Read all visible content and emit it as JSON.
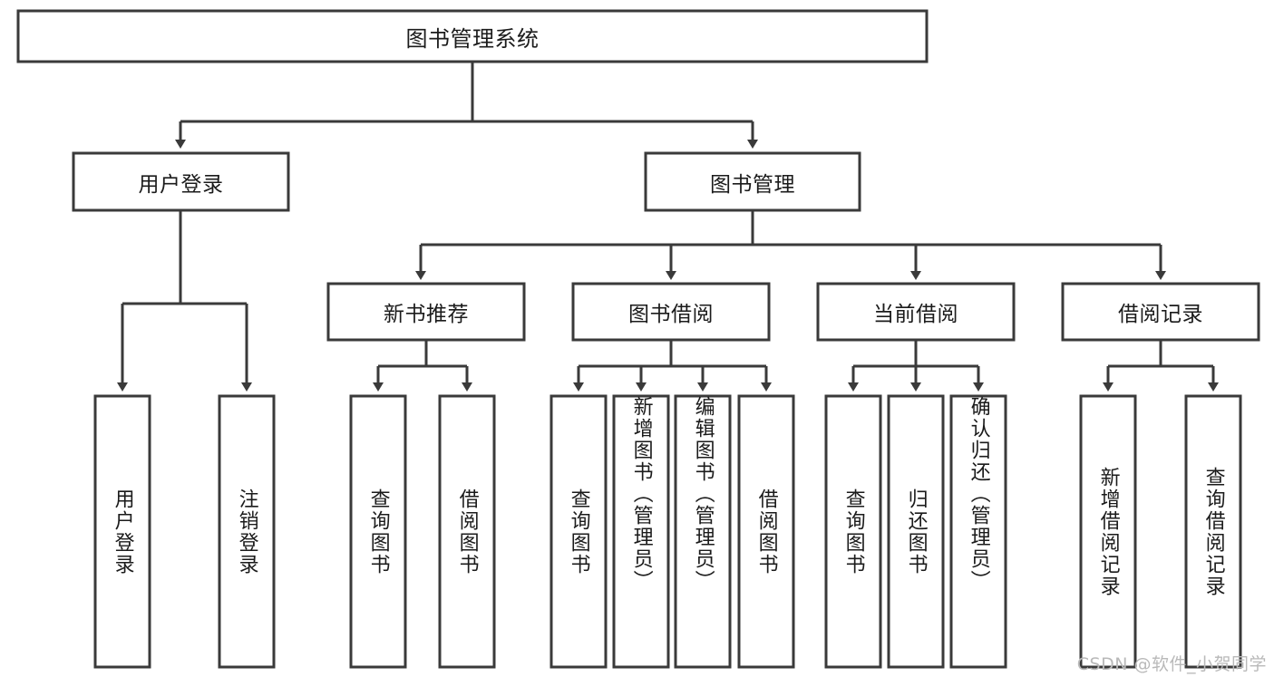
{
  "diagram": {
    "type": "tree-hierarchy",
    "orientation": "top-down",
    "title": "图书管理系统",
    "stroke_color": "#3a3a3a",
    "fill_color": "#ffffff",
    "text_color": "#1b1b1b",
    "background": "#ffffff",
    "root": {
      "id": "root",
      "label": "图书管理系统"
    },
    "level2": [
      {
        "id": "user-login",
        "label": "用户登录"
      },
      {
        "id": "book-manage",
        "label": "图书管理"
      }
    ],
    "level3": [
      {
        "id": "new-book-recommend",
        "label": "新书推荐",
        "parent": "book-manage"
      },
      {
        "id": "book-borrow",
        "label": "图书借阅",
        "parent": "book-manage"
      },
      {
        "id": "current-borrow",
        "label": "当前借阅",
        "parent": "book-manage"
      },
      {
        "id": "borrow-record",
        "label": "借阅记录",
        "parent": "book-manage"
      }
    ],
    "leaves": {
      "user-login": [
        {
          "id": "leaf-user-login",
          "label": "用户登录"
        },
        {
          "id": "leaf-user-logout",
          "label": "注销登录"
        }
      ],
      "new-book-recommend": [
        {
          "id": "leaf-query-book-1",
          "label": "查询图书"
        },
        {
          "id": "leaf-borrow-book-1",
          "label": "借阅图书"
        }
      ],
      "book-borrow": [
        {
          "id": "leaf-query-book-2",
          "label": "查询图书"
        },
        {
          "id": "leaf-add-book",
          "label": "新增图书（管理员）"
        },
        {
          "id": "leaf-edit-book",
          "label": "编辑图书（管理员）"
        },
        {
          "id": "leaf-borrow-book-2",
          "label": "借阅图书"
        }
      ],
      "current-borrow": [
        {
          "id": "leaf-query-book-3",
          "label": "查询图书"
        },
        {
          "id": "leaf-return-book",
          "label": "归还图书"
        },
        {
          "id": "leaf-confirm-return",
          "label": "确认归还（管理员）"
        }
      ],
      "borrow-record": [
        {
          "id": "leaf-add-record",
          "label": "新增借阅记录"
        },
        {
          "id": "leaf-query-record",
          "label": "查询借阅记录"
        }
      ]
    }
  },
  "watermark": {
    "text": "CSDN @软件_小贺同学",
    "color": "#b9b9b9"
  }
}
